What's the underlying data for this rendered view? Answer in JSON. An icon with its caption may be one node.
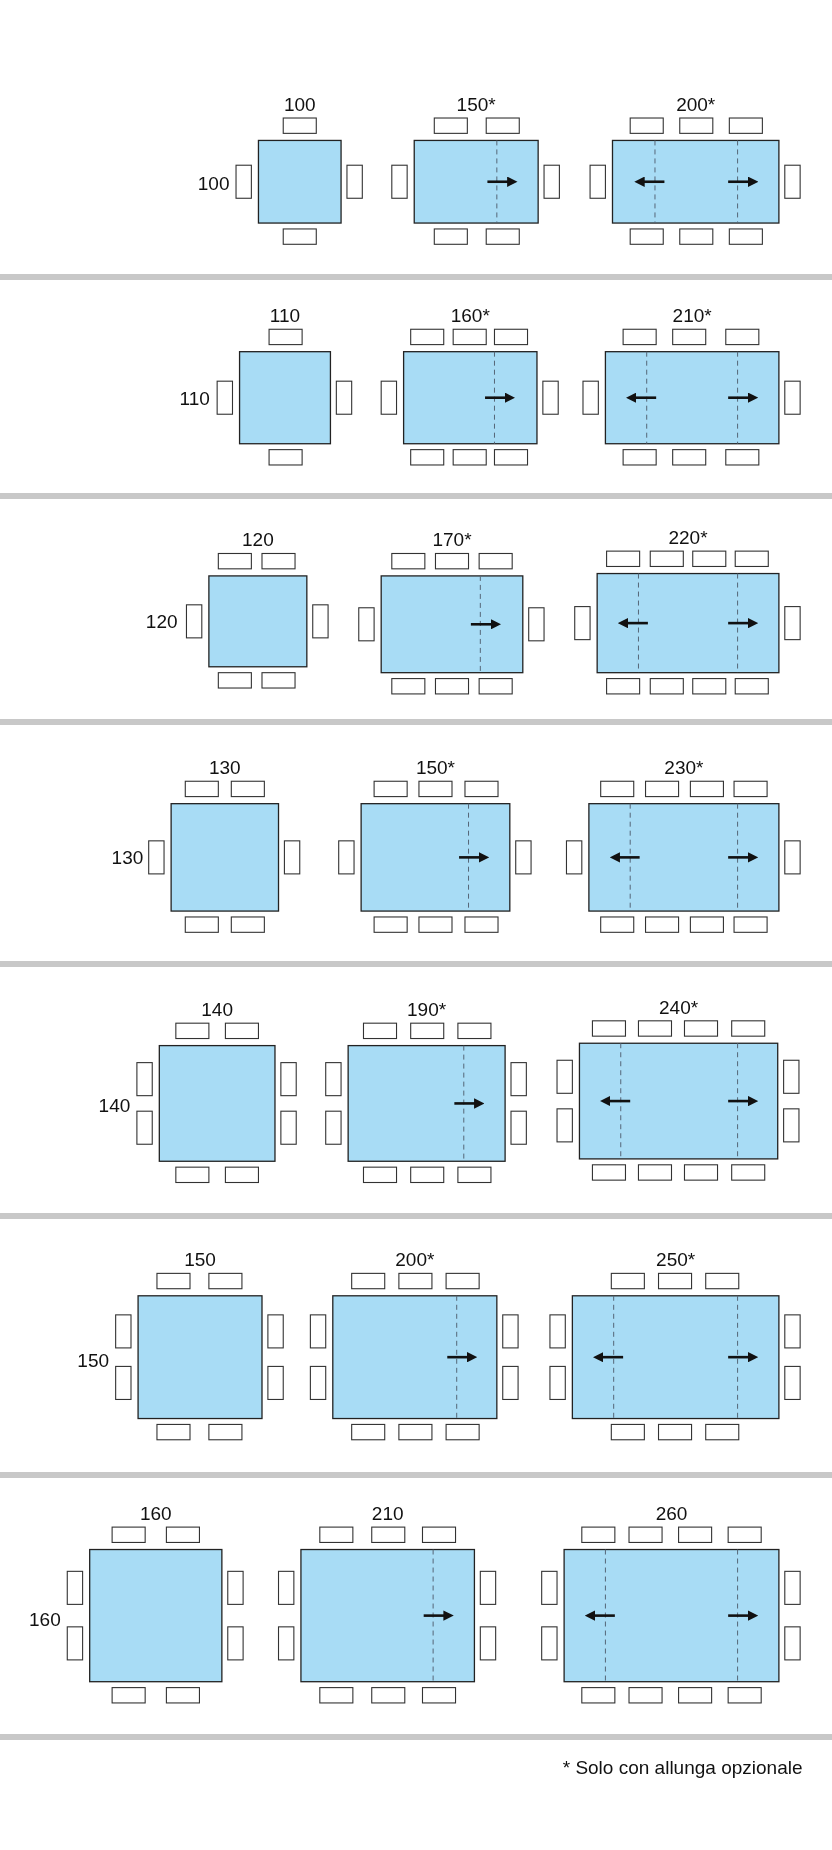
{
  "diagram": {
    "labels": [
      "100",
      "150*",
      "200*",
      "100",
      "110",
      "160*",
      "210*",
      "110",
      "120",
      "170*",
      "220*",
      "120",
      "130",
      "150*",
      "230*",
      "130",
      "140",
      "190*",
      "240*",
      "140",
      "150",
      "200*",
      "250*",
      "150",
      "160",
      "210",
      "260",
      "160",
      "* Solo con allunga opzionale"
    ]
  }
}
